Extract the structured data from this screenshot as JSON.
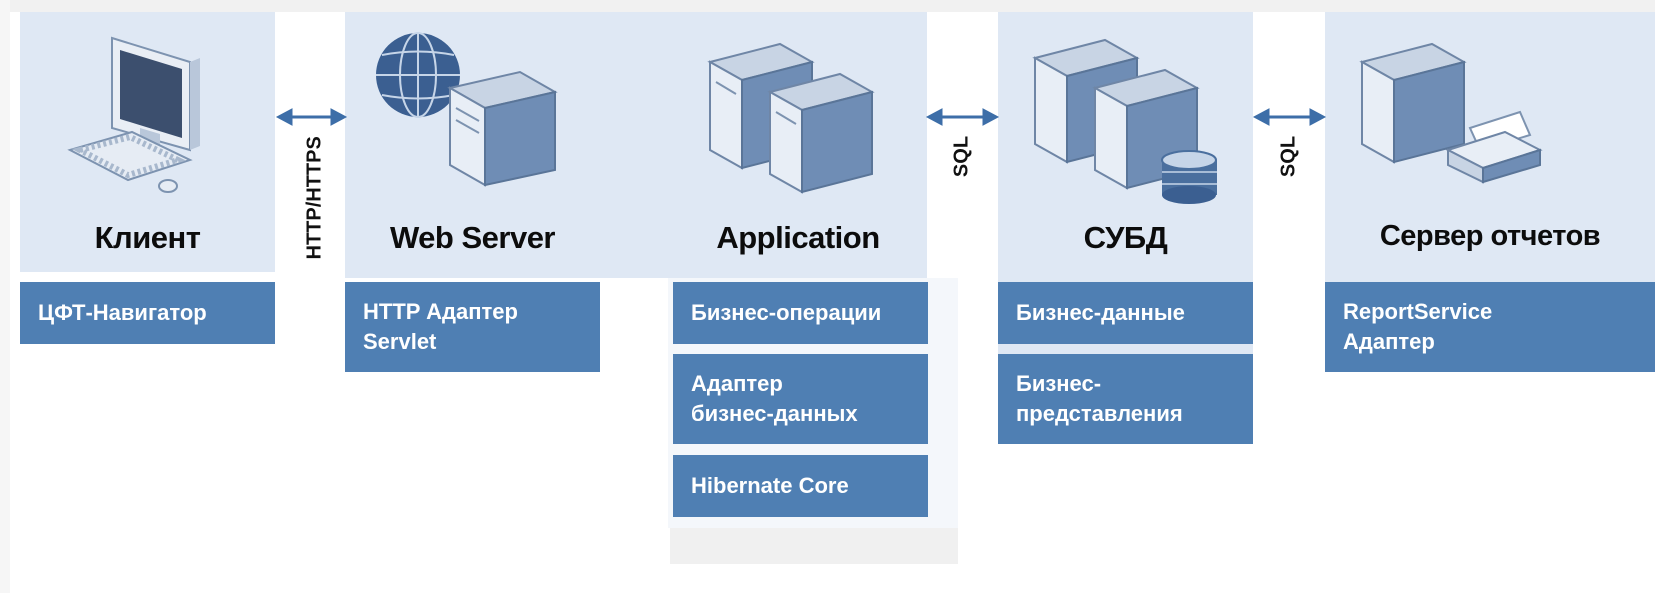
{
  "tiers": [
    {
      "title": "Клиент",
      "components": [
        "ЦФТ-Навигатор"
      ]
    },
    {
      "title": "Web Server",
      "components": [
        "HTTP Адаптер Servlet"
      ]
    },
    {
      "title": "Application",
      "components": [
        "Бизнес-операции",
        "Адаптер бизнес-данных",
        "Hibernate Core"
      ]
    },
    {
      "title": "СУБД",
      "components": [
        "Бизнес-данные",
        "Бизнес-представления"
      ]
    },
    {
      "title": "Сервер отчетов",
      "components": [
        "ReportService Адаптер"
      ]
    }
  ],
  "connectors": [
    {
      "label": "HTTP/HTTPS"
    },
    {
      "label": "SQL"
    },
    {
      "label": "SQL"
    }
  ],
  "icons": [
    "desktop-computer-icon",
    "globe-icon",
    "server-icon",
    "server-pair-icon",
    "database-cylinder-icon",
    "printer-icon"
  ],
  "colors": {
    "panel": "#dfe8f4",
    "box": "#4f7fb3",
    "arrow": "#3d6ea8",
    "text": "#0c0c0c"
  }
}
